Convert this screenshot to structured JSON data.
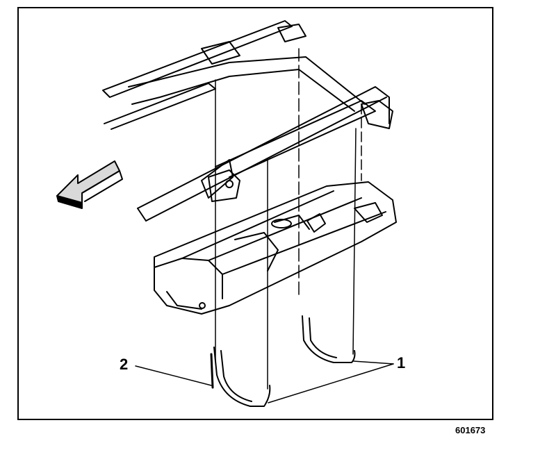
{
  "figure": {
    "callout_1": "1",
    "callout_2": "2",
    "figure_number": "601673"
  },
  "colors": {
    "line": "#000000",
    "background": "#ffffff",
    "shade": "#d9d9d9"
  },
  "parts": [
    "frame-rails",
    "crossmember",
    "fuel-tank",
    "fuel-tank-straps",
    "front-direction-arrow"
  ]
}
